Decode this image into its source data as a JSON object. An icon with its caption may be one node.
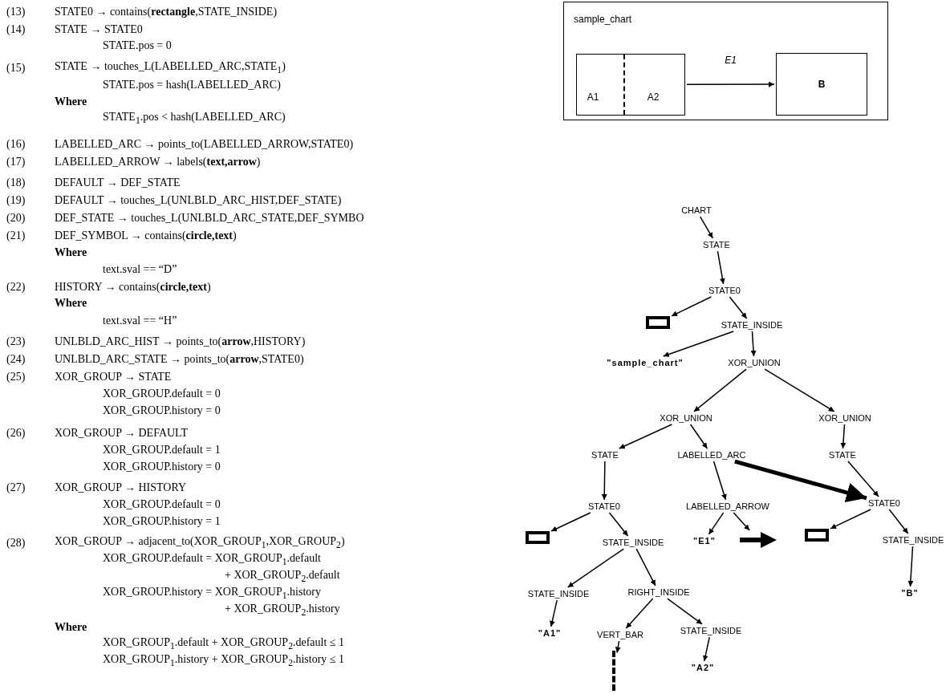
{
  "diagram": {
    "nodes": [
      {
        "text": [
          "sample_chart"
        ]
      },
      {
        "text": [],
        "shape": "box",
        "in": 0
      },
      {
        "text": [
          "A1"
        ],
        "in": 1
      },
      {
        "text": [
          "A2"
        ],
        "in": 1
      },
      {
        "text": [
          "B"
        ],
        "in": 0
      },
      {
        "text": [
          "CHART"
        ]
      },
      {
        "text": [
          "STATE"
        ]
      },
      {
        "text": [
          "STATE0"
        ]
      },
      {
        "text": [],
        "shape": "box"
      },
      {
        "text": [
          "STATE_INSIDE"
        ]
      },
      {
        "text": [
          "\"sample_chart\""
        ]
      },
      {
        "text": [
          "XOR_UNION"
        ]
      },
      {
        "text": [
          "XOR_UNION"
        ]
      },
      {
        "text": [
          "XOR_UNION"
        ]
      },
      {
        "text": [
          "STATE"
        ]
      },
      {
        "text": [
          "LABELLED_ARC"
        ]
      },
      {
        "text": [
          "STATE"
        ]
      },
      {
        "text": [
          "STATE0"
        ]
      },
      {
        "text": [
          "LABELLED_ARROW"
        ]
      },
      {
        "text": [
          "STATE0"
        ]
      },
      {
        "text": [],
        "shape": "box"
      },
      {
        "text": [
          "STATE_INSIDE"
        ]
      },
      {
        "text": [
          "\"E1\""
        ]
      },
      {
        "text": [],
        "shape": "arrow"
      },
      {
        "text": [],
        "shape": "box"
      },
      {
        "text": [
          "STATE_INSIDE"
        ]
      },
      {
        "text": [
          "STATE_INSIDE"
        ]
      },
      {
        "text": [
          "RIGHT_INSIDE"
        ]
      },
      {
        "text": [
          "\"B\""
        ]
      },
      {
        "text": [
          "\"A1\""
        ]
      },
      {
        "text": [
          "VERT_BAR"
        ]
      },
      {
        "text": [
          "STATE_INSIDE"
        ]
      },
      {
        "text": [],
        "shape": "bar"
      },
      {
        "text": [
          "\"A2\""
        ]
      }
    ],
    "edges": [
      {
        "from": 1,
        "to": 4,
        "arrow": "to",
        "label": "E1"
      },
      {
        "from": 5,
        "to": 6,
        "arrow": "to"
      },
      {
        "from": 6,
        "to": 7,
        "arrow": "to"
      },
      {
        "from": 7,
        "to": 8,
        "arrow": "to"
      },
      {
        "from": 7,
        "to": 9,
        "arrow": "to"
      },
      {
        "from": 9,
        "to": 10,
        "arrow": "to"
      },
      {
        "from": 9,
        "to": 11,
        "arrow": "to"
      },
      {
        "from": 11,
        "to": 12,
        "arrow": "to"
      },
      {
        "from": 11,
        "to": 13,
        "arrow": "to"
      },
      {
        "from": 12,
        "to": 14,
        "arrow": "to"
      },
      {
        "from": 12,
        "to": 15,
        "arrow": "to"
      },
      {
        "from": 13,
        "to": 16,
        "arrow": "to"
      },
      {
        "from": 14,
        "to": 17,
        "arrow": "to"
      },
      {
        "from": 15,
        "to": 18,
        "arrow": "to"
      },
      {
        "from": 15,
        "to": 19,
        "arrow": "to",
        "style": "thick"
      },
      {
        "from": 16,
        "to": 19,
        "arrow": "to"
      },
      {
        "from": 17,
        "to": 20,
        "arrow": "to"
      },
      {
        "from": 17,
        "to": 21,
        "arrow": "to"
      },
      {
        "from": 18,
        "to": 22,
        "arrow": "to"
      },
      {
        "from": 18,
        "to": 23,
        "arrow": "to"
      },
      {
        "from": 19,
        "to": 24,
        "arrow": "to"
      },
      {
        "from": 19,
        "to": 25,
        "arrow": "to"
      },
      {
        "from": 21,
        "to": 26,
        "arrow": "to"
      },
      {
        "from": 21,
        "to": 27,
        "arrow": "to"
      },
      {
        "from": 25,
        "to": 28,
        "arrow": "to"
      },
      {
        "from": 26,
        "to": 29,
        "arrow": "to"
      },
      {
        "from": 27,
        "to": 30,
        "arrow": "to"
      },
      {
        "from": 27,
        "to": 31,
        "arrow": "to"
      },
      {
        "from": 30,
        "to": 32,
        "arrow": "to"
      },
      {
        "from": 31,
        "to": 33,
        "arrow": "to"
      }
    ],
    "labels": [
      "(13)",
      "STATE0 → contains(**rectangle**,STATE_INSIDE)",
      "(14)",
      "STATE → STATE0",
      "STATE.pos = 0",
      "(15)",
      "STATE → touches_L(LABELLED_ARC,STATE$_{1}$)",
      "STATE.pos = hash(LABELLED_ARC)",
      "Where",
      "STATE$_{1}$.pos < hash(LABELLED_ARC)",
      "(16)",
      "LABELLED_ARC → points_to(LABELLED_ARROW,STATE0)",
      "(17)",
      "LABELLED_ARROW → labels(**text,arrow**)",
      "(18)",
      "DEFAULT → DEF_STATE",
      "(19)",
      "DEFAULT → touches_L(UNLBLD_ARC_HIST,DEF_STATE)",
      "(20)",
      "DEF_STATE → touches_L(UNLBLD_ARC_STATE,DEF_SYMBO",
      "(21)",
      "DEF_SYMBOL → contains(**circle,text**)",
      "Where",
      "text.sval == “D”",
      "(22)",
      "HISTORY → contains(**circle,text**)",
      "Where",
      "text.sval == “H”",
      "(23)",
      "UNLBLD_ARC_HIST → points_to(**arrow**,HISTORY)",
      "(24)",
      "UNLBLD_ARC_STATE → points_to(**arrow**,STATE0)",
      "(25)",
      "XOR_GROUP → STATE",
      "XOR_GROUP.default = 0",
      "XOR_GROUP.history = 0",
      "(26)",
      "XOR_GROUP → DEFAULT",
      "XOR_GROUP.default = 1",
      "XOR_GROUP.history = 0",
      "(27)",
      "XOR_GROUP → HISTORY",
      "XOR_GROUP.default = 0",
      "XOR_GROUP.history = 1",
      "(28)",
      "XOR_GROUP → adjacent_to(XOR_GROUP$_{1}$,XOR_GROUP$_{2}$)",
      "XOR_GROUP.default = XOR_GROUP$_{1}$.default",
      "+ XOR_GROUP$_{2}$.default",
      "XOR_GROUP.history = XOR_GROUP$_{1}$.history",
      "+ XOR_GROUP$_{2}$.history",
      "Where",
      "XOR_GROUP$_{1}$.default + XOR_GROUP$_{2}$.default ≤ 1",
      "XOR_GROUP$_{1}$.history + XOR_GROUP$_{2}$.history ≤ 1"
    ]
  }
}
